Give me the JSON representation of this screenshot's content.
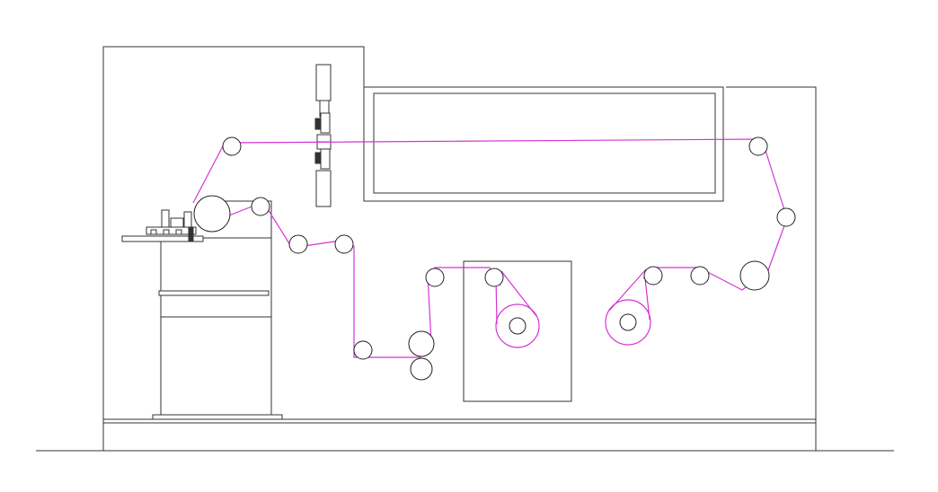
{
  "diagram": {
    "type": "web-path machine schematic (unlabeled)",
    "colors": {
      "line": "#333333",
      "web_path": "#d633d6",
      "background": "#ffffff"
    },
    "components": [
      "floor-line",
      "machine-base",
      "left-tower-frame",
      "right-tower-frame",
      "dryer-oven-window",
      "slitter-unit",
      "unwind-stand",
      "unwind-roll",
      "rewind-cabinet",
      "rewind-roll-right",
      "rewind-roll-left",
      "guide-rollers",
      "nip-rollers",
      "material-web-path"
    ]
  }
}
